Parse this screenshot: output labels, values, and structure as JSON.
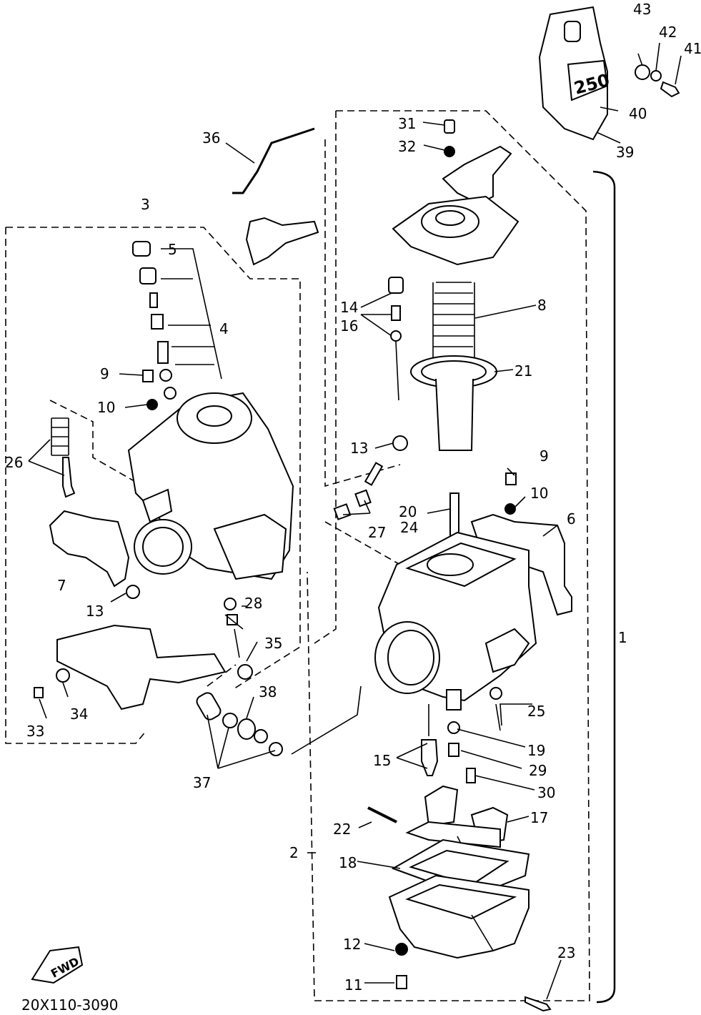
{
  "diagram": {
    "code": "20X110-3090",
    "fwd_mark": "FWD",
    "emblem_text": "250",
    "labels": [
      {
        "id": "1",
        "text": "1"
      },
      {
        "id": "2",
        "text": "2"
      },
      {
        "id": "3",
        "text": "3"
      },
      {
        "id": "4",
        "text": "4"
      },
      {
        "id": "5",
        "text": "5"
      },
      {
        "id": "6",
        "text": "6"
      },
      {
        "id": "7",
        "text": "7"
      },
      {
        "id": "8",
        "text": "8"
      },
      {
        "id": "9a",
        "text": "9"
      },
      {
        "id": "9b",
        "text": "9"
      },
      {
        "id": "10a",
        "text": "10"
      },
      {
        "id": "10b",
        "text": "10"
      },
      {
        "id": "11",
        "text": "11"
      },
      {
        "id": "12",
        "text": "12"
      },
      {
        "id": "13a",
        "text": "13"
      },
      {
        "id": "13b",
        "text": "13"
      },
      {
        "id": "14",
        "text": "14"
      },
      {
        "id": "15",
        "text": "15"
      },
      {
        "id": "16",
        "text": "16"
      },
      {
        "id": "17",
        "text": "17"
      },
      {
        "id": "18",
        "text": "18"
      },
      {
        "id": "19",
        "text": "19"
      },
      {
        "id": "20",
        "text": "20"
      },
      {
        "id": "21",
        "text": "21"
      },
      {
        "id": "22",
        "text": "22"
      },
      {
        "id": "23",
        "text": "23"
      },
      {
        "id": "24",
        "text": "24"
      },
      {
        "id": "25",
        "text": "25"
      },
      {
        "id": "26",
        "text": "26"
      },
      {
        "id": "27",
        "text": "27"
      },
      {
        "id": "28",
        "text": "28"
      },
      {
        "id": "29",
        "text": "29"
      },
      {
        "id": "30",
        "text": "30"
      },
      {
        "id": "31",
        "text": "31"
      },
      {
        "id": "32",
        "text": "32"
      },
      {
        "id": "33",
        "text": "33"
      },
      {
        "id": "34",
        "text": "34"
      },
      {
        "id": "35",
        "text": "35"
      },
      {
        "id": "36",
        "text": "36"
      },
      {
        "id": "37",
        "text": "37"
      },
      {
        "id": "38",
        "text": "38"
      },
      {
        "id": "39",
        "text": "39"
      },
      {
        "id": "40",
        "text": "40"
      },
      {
        "id": "41",
        "text": "41"
      },
      {
        "id": "42",
        "text": "42"
      },
      {
        "id": "43",
        "text": "43"
      }
    ]
  }
}
